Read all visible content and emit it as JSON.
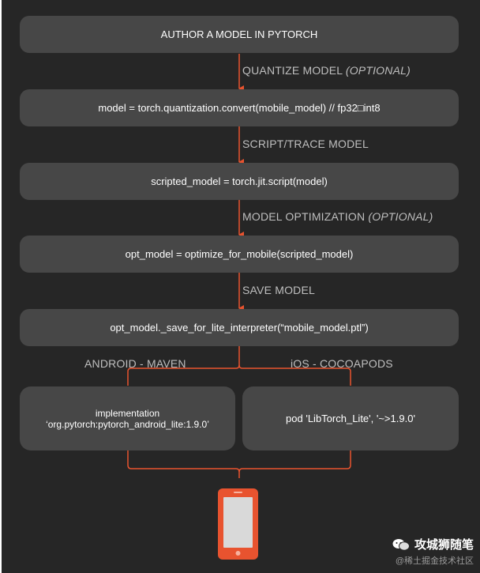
{
  "steps": [
    "AUTHOR A MODEL IN PYTORCH",
    "model = torch.quantization.convert(mobile_model) // fp32□int8",
    "scripted_model = torch.jit.script(model)",
    "opt_model = optimize_for_mobile(scripted_model)",
    "opt_model._save_for_lite_interpreter(“mobile_model.ptl”)"
  ],
  "edges": [
    {
      "text": "QUANTIZE MODEL",
      "optional": "(OPTIONAL)"
    },
    {
      "text": "SCRIPT/TRACE MODEL",
      "optional": ""
    },
    {
      "text": "MODEL OPTIMIZATION",
      "optional": "(OPTIONAL)"
    },
    {
      "text": "SAVE MODEL",
      "optional": ""
    }
  ],
  "branches": {
    "android": {
      "label": "ANDROID - MAVEN",
      "line1": "implementation",
      "line2": "‘org.pytorch:pytorch_android_lite:1.9.0’"
    },
    "ios": {
      "label": "iOS - COCOAPODS",
      "text": "pod 'LibTorch_Lite', '~>1.9.0'"
    }
  },
  "device": {
    "icon": "phone-icon",
    "color": "#e8532f"
  },
  "watermark": {
    "title": "攻城狮随笔",
    "sub": "@稀土掘金技术社区"
  },
  "colors": {
    "background": "#262626",
    "box": "#474747",
    "connector": "#e8532f",
    "label": "#bfbfbf"
  }
}
